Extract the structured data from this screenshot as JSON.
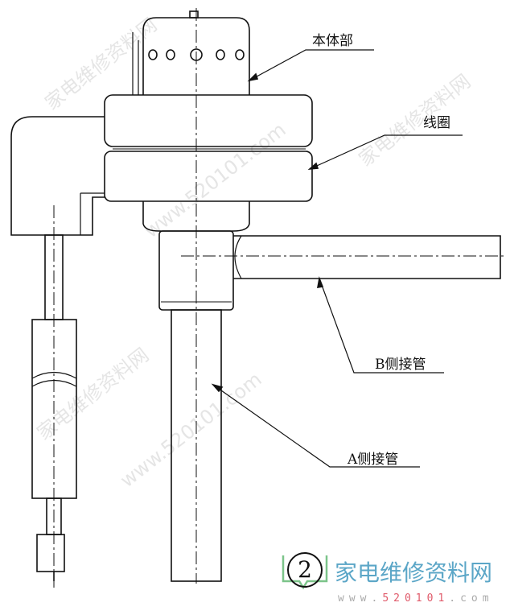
{
  "labels": {
    "body": "本体部",
    "coil": "线圈",
    "b_pipe": "B侧接管",
    "a_pipe": "A侧接管"
  },
  "figure_number": "2",
  "logo": {
    "name": "家电维修资料网",
    "url_prefix": "www.",
    "url_number": "520101",
    "url_suffix": ".com"
  },
  "watermark": {
    "name": "家电维修资料网",
    "url": "www.520101.com"
  },
  "colors": {
    "line": "#111111",
    "logo_blue": "#5ba6c7",
    "logo_red": "#e05a6a"
  }
}
